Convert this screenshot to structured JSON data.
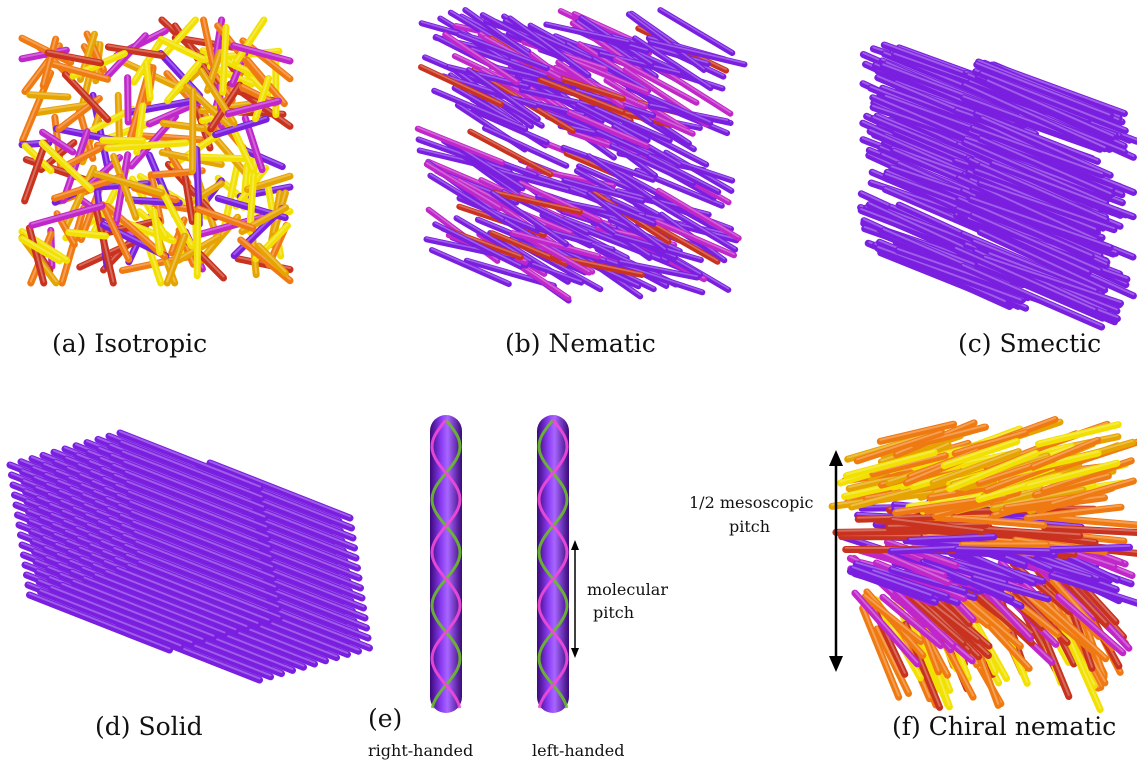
{
  "panels": {
    "a": {
      "caption": "(a) Isotropic"
    },
    "b": {
      "caption": "(b) Nematic"
    },
    "c": {
      "caption": "(c) Smectic"
    },
    "d": {
      "caption": "(d) Solid"
    },
    "e": {
      "caption": "(e)",
      "left_rod_label": "right-handed",
      "right_rod_label": "left-handed",
      "pitch_label_line1": "molecular",
      "pitch_label_line2": "pitch"
    },
    "f": {
      "caption": "(f) Chiral nematic",
      "pitch_label_line1": "1/2 mesoscopic",
      "pitch_label_line2": "pitch"
    }
  },
  "colors": {
    "purple": "#7a1fe0",
    "magenta": "#c026c9",
    "red": "#c8321e",
    "orange": "#f07a12",
    "gold": "#e6a400",
    "yellow": "#f2e100",
    "stripe_green": "#6cbd2a",
    "stripe_pink": "#f24ad8"
  }
}
